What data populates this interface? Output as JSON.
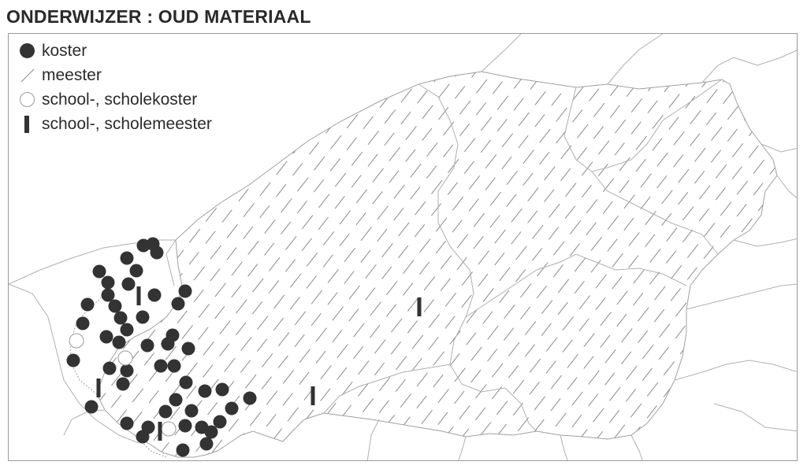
{
  "title": "ONDERWIJZER : OUD MATERIAAL",
  "legend": [
    {
      "key": "koster",
      "label": "koster",
      "symbol": "filled-circle"
    },
    {
      "key": "meester",
      "label": "meester",
      "symbol": "diagonal-hatch"
    },
    {
      "key": "schoolkoster",
      "label": "school-, scholekoster",
      "symbol": "open-circle"
    },
    {
      "key": "schoolmeester",
      "label": "school-, scholemeester",
      "symbol": "vertical-bar"
    }
  ],
  "colors": {
    "symbol": "#333333",
    "border": "#a0a0a0",
    "hatch": "#8a8a8a",
    "background": "#ffffff"
  }
}
